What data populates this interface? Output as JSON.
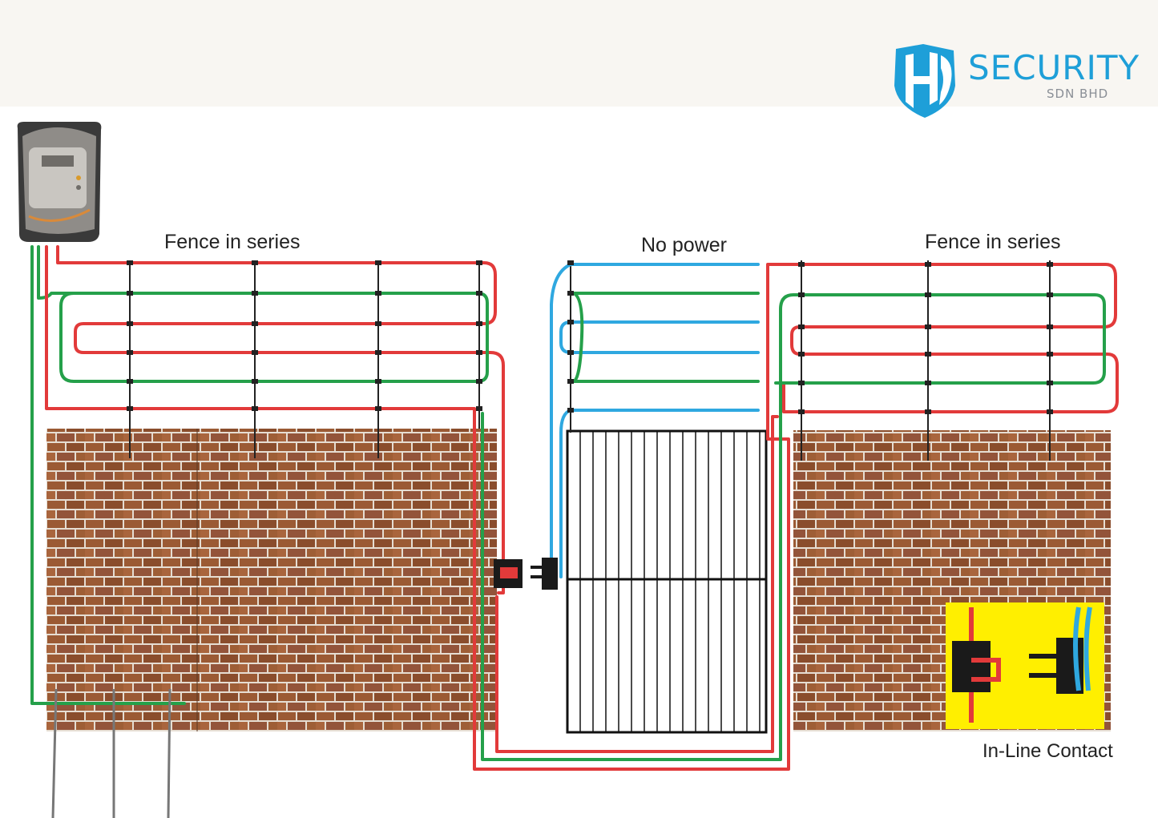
{
  "logo": {
    "name": "SECURITY",
    "subtitle": "SDN BHD",
    "mark": "HD"
  },
  "labels": {
    "left_fence": "Fence in series",
    "gate_section": "No power",
    "right_fence": "Fence in series",
    "contact": "In-Line Contact"
  },
  "colors": {
    "live_wire": "#e23a3a",
    "earth_wire": "#25a04a",
    "gate_wire": "#2fa8e0",
    "brick": "#9b5a34",
    "contact_panel": "#ffef00",
    "header_band": "#f8f6f2"
  },
  "icons": [
    "shield-logo-icon",
    "energizer-icon",
    "in-line-contact-icon",
    "gate-icon",
    "earth-stake-icon"
  ]
}
